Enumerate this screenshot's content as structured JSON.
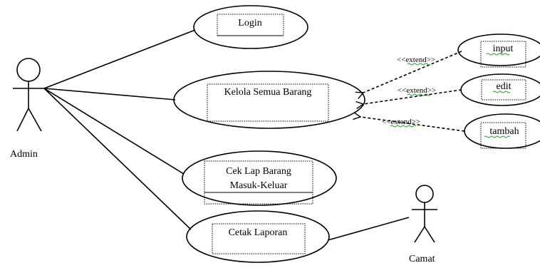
{
  "actors": {
    "admin": "Admin",
    "camat": "Camat"
  },
  "use_cases": {
    "login": "Login",
    "kelola": "Kelola Semua Barang",
    "cek_line1": "Cek Lap Barang",
    "cek_line2": "Masuk-Keluar",
    "cetak": "Cetak Laporan",
    "input": "input",
    "edit": "edit",
    "tambah": "tambah"
  },
  "relations": {
    "extend_input": "<<extend>>",
    "extend_edit": "<<extend>>",
    "extend_tambah": "<<extend>>"
  }
}
